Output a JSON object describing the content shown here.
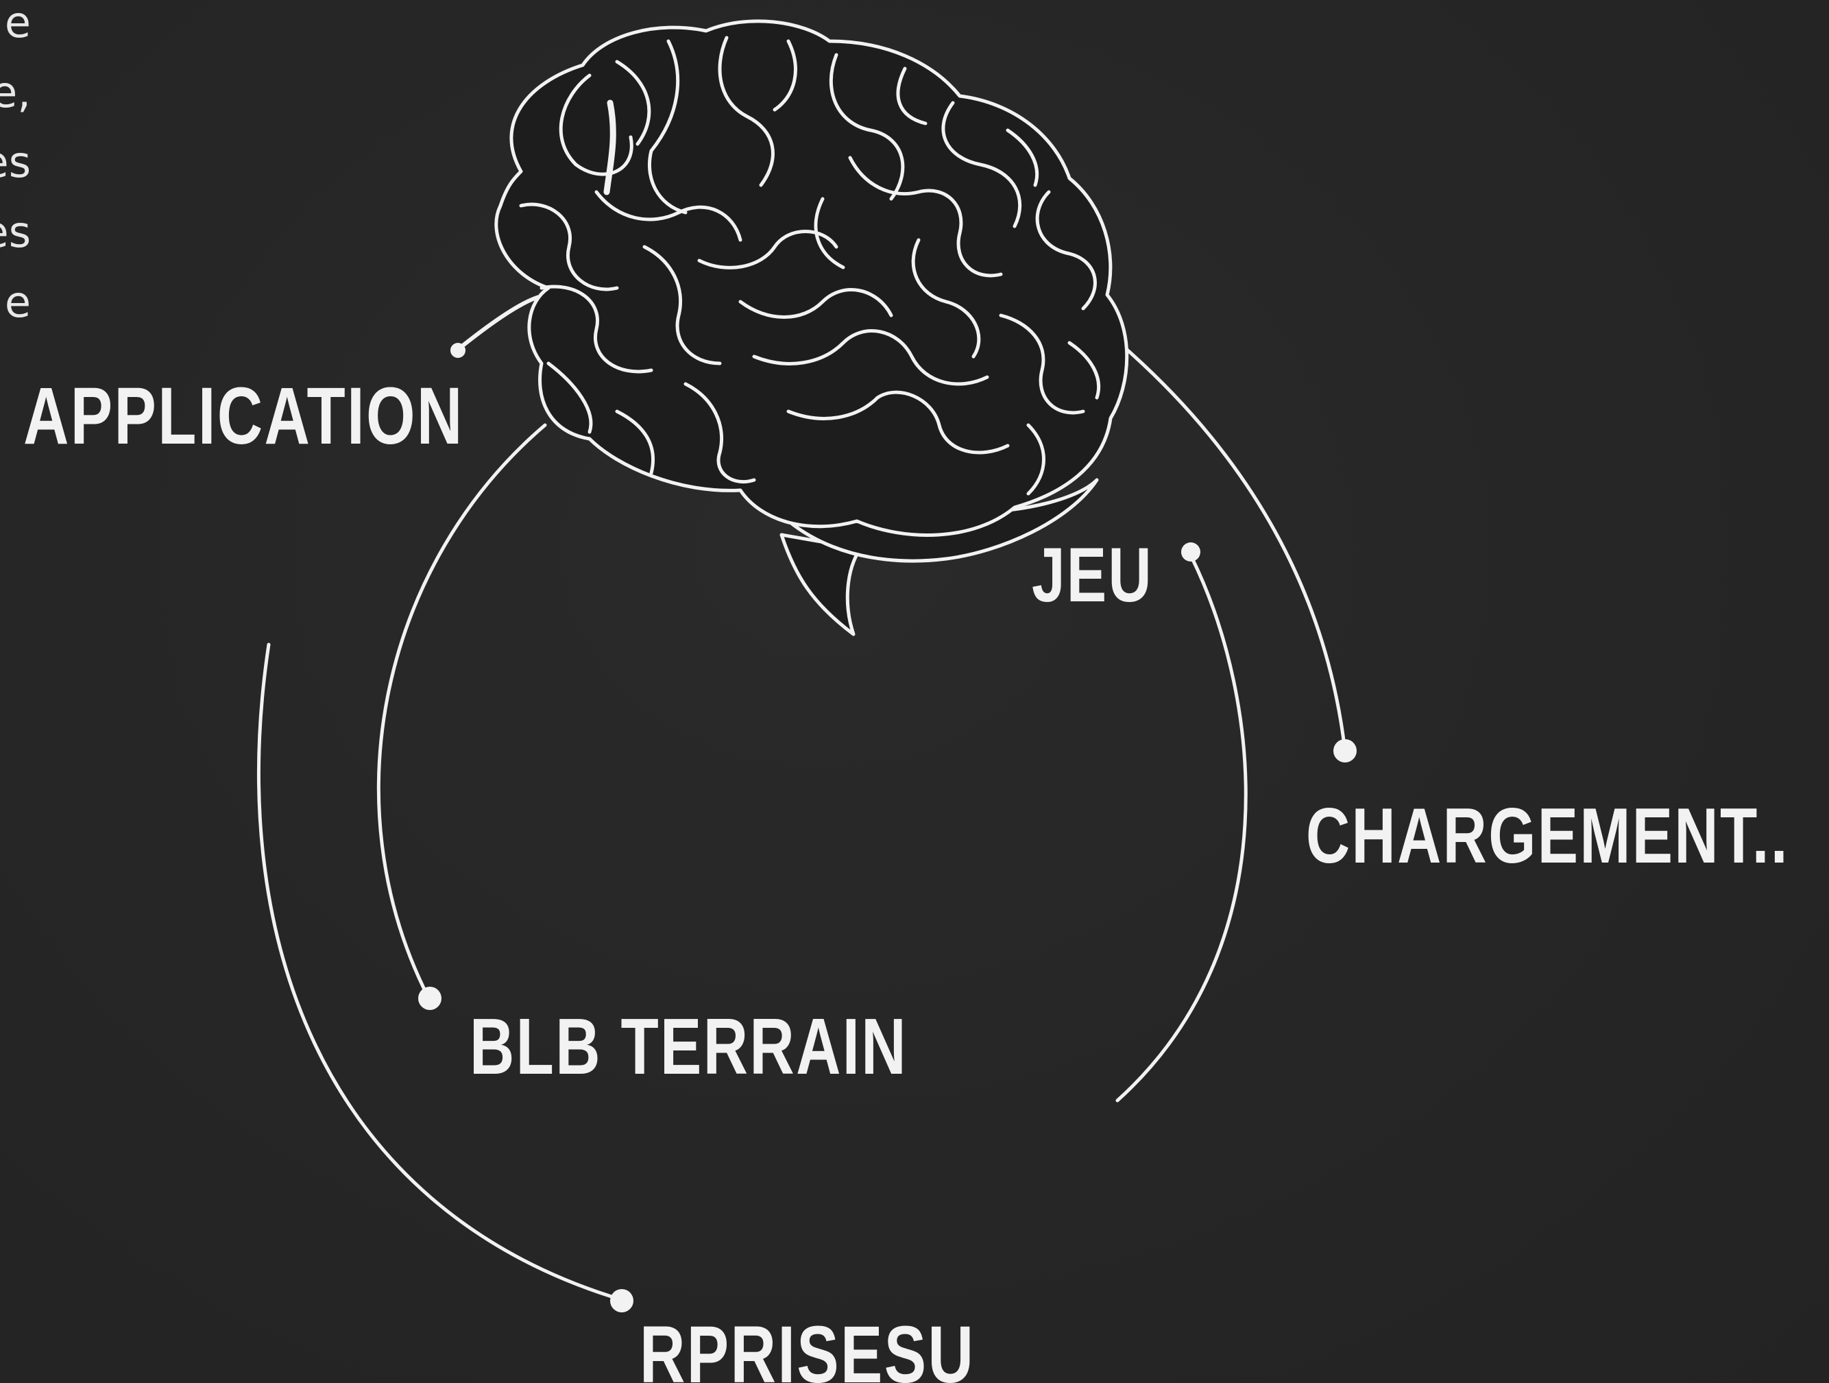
{
  "side_text": {
    "lines": [
      "e",
      "e,",
      "es",
      "es",
      "e"
    ]
  },
  "labels": {
    "application": "APPLICATION",
    "jeu": "JEU",
    "chargement": "CHARGEMENT..",
    "blb_terrain": "BLB TERRAIN",
    "rprisesu": "RPRISESU"
  },
  "colors": {
    "background": "#262626",
    "stroke": "#f2f2f2"
  },
  "icons": {
    "brain": "brain-icon"
  }
}
